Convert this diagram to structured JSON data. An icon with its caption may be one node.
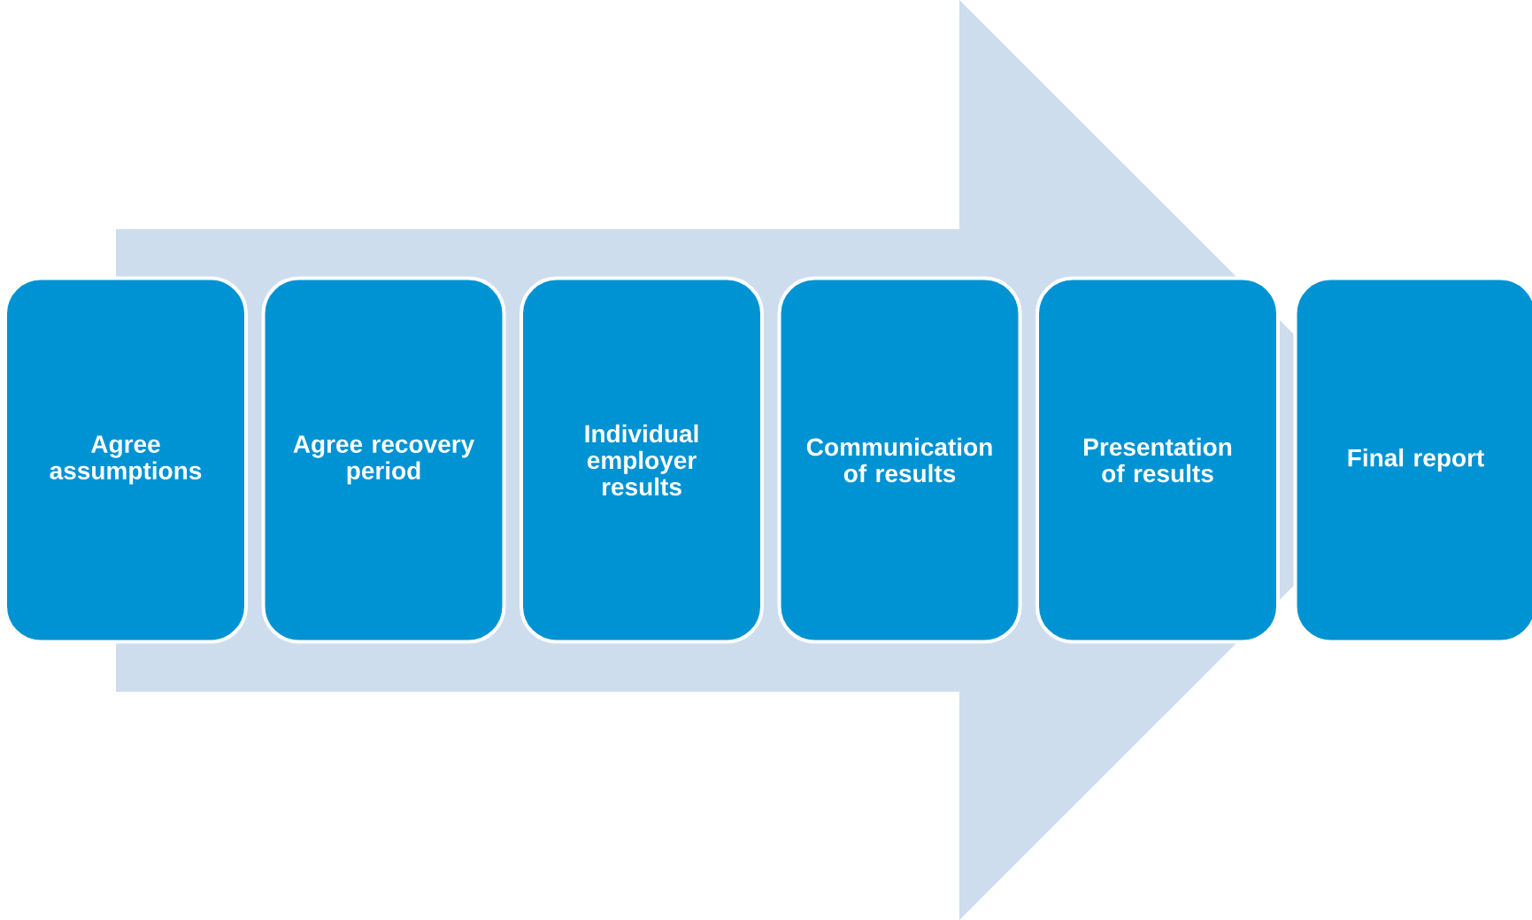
{
  "diagram": {
    "nodes": [
      {
        "text": [
          "Agree assumptions"
        ]
      },
      {
        "text": [
          "Agree recovery period"
        ]
      },
      {
        "text": [
          "Individual employer results"
        ]
      },
      {
        "text": [
          "Communication of results"
        ]
      },
      {
        "text": [
          "Presentation of results"
        ]
      },
      {
        "text": [
          "Final report"
        ]
      }
    ],
    "edges": [
      {
        "from": 0,
        "to": 5,
        "arrow": "to"
      }
    ]
  }
}
